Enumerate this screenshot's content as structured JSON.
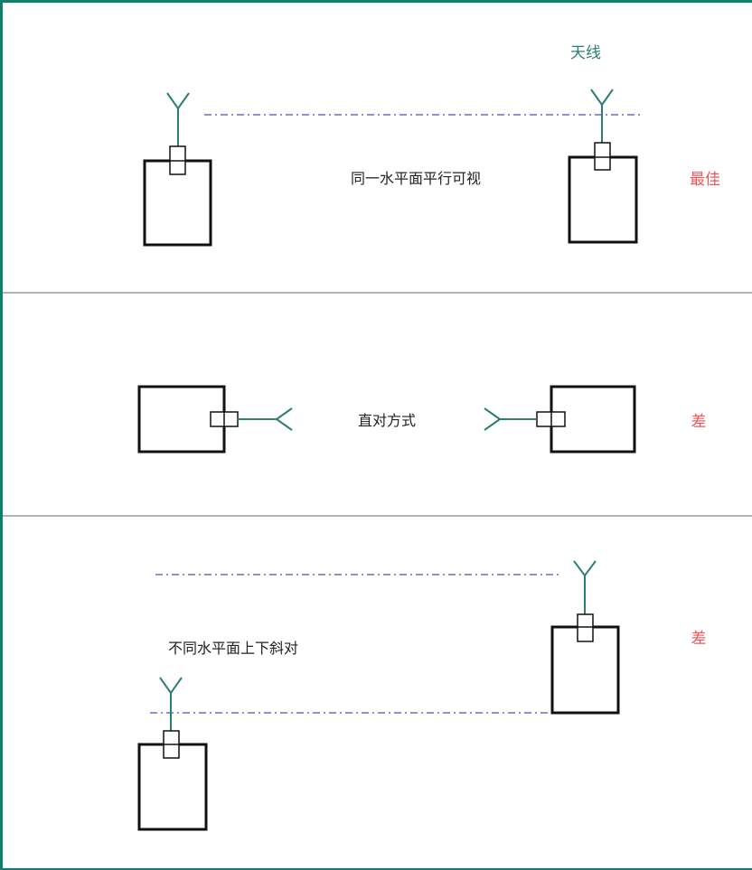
{
  "colors": {
    "frame": "#0f7f6e",
    "antenna": "#2b7f74",
    "dash_line": "#4a4fb0",
    "divider": "#9a9a9a",
    "device": "#111111",
    "rating": "#e8575a",
    "text": "#222222"
  },
  "antenna_label": "天线",
  "rows": [
    {
      "description": "同一水平面平行可视",
      "rating": "最佳"
    },
    {
      "description": "直对方式",
      "rating": "差"
    },
    {
      "description": "不同水平面上下斜对",
      "rating": "差"
    }
  ]
}
